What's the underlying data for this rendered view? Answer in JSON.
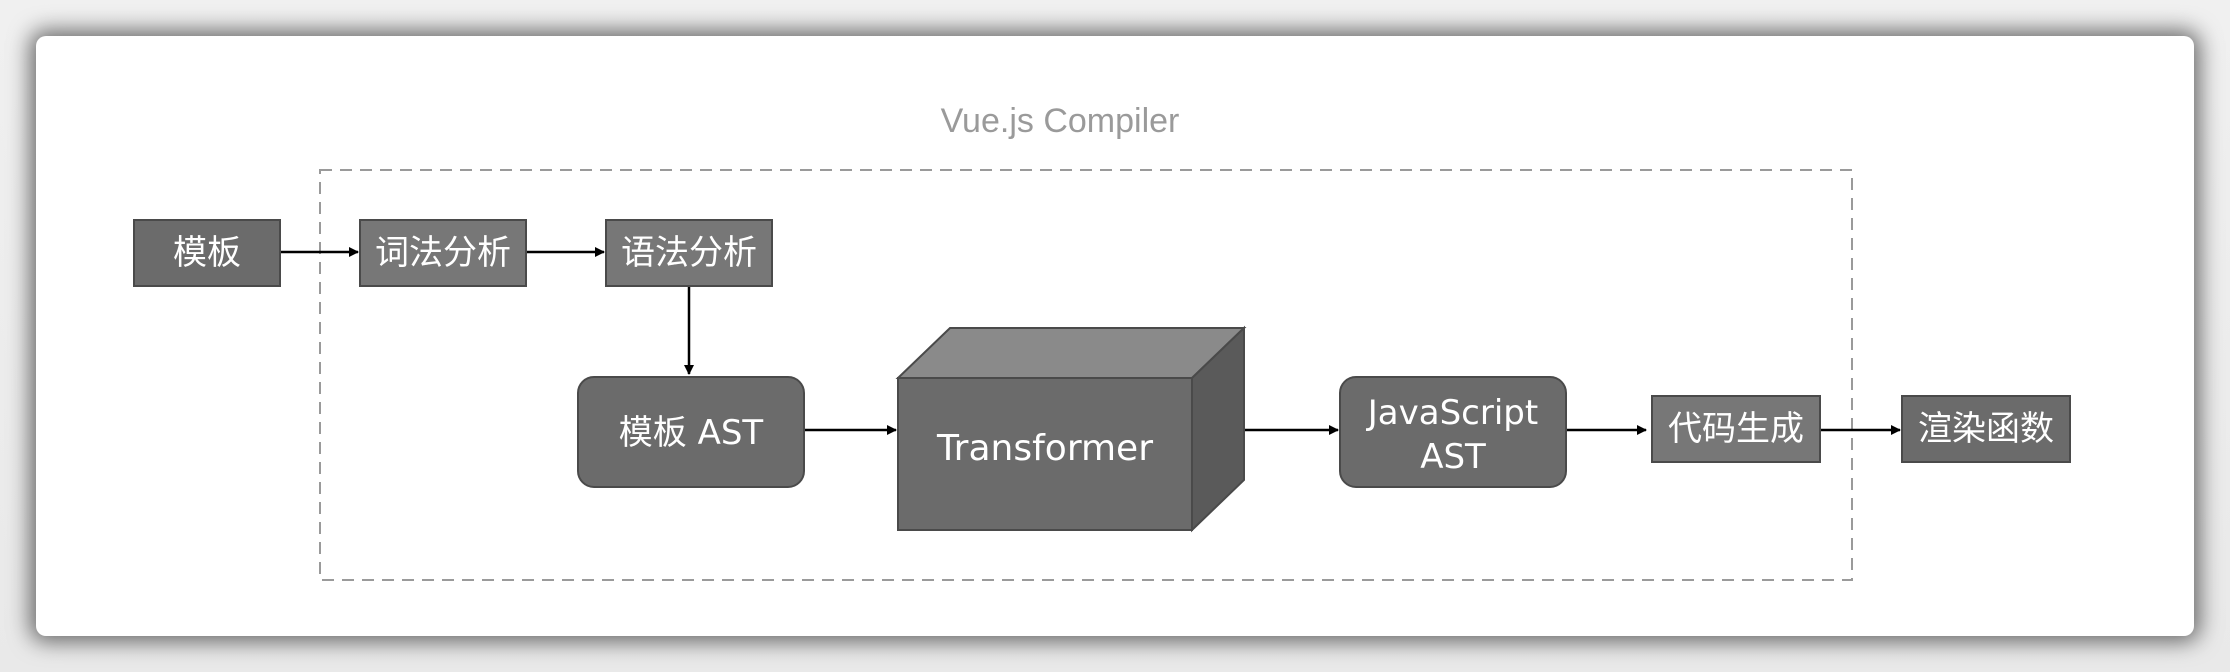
{
  "diagram": {
    "compiler_label": "Vue.js Compiler",
    "nodes": {
      "template": "模板",
      "lexical_analysis": "词法分析",
      "syntax_analysis": "语法分析",
      "template_ast": "模板 AST",
      "transformer": "Transformer",
      "javascript_ast_line1": "JavaScript",
      "javascript_ast_line2": "AST",
      "code_generation": "代码生成",
      "render_function": "渲染函数"
    },
    "colors": {
      "node_dark": "#6b6b6b",
      "node_mid": "#777777",
      "cube_top": "#8a8a8a",
      "cube_side": "#5a5a5a",
      "edge": "#000000",
      "dashed_border": "#9a9a9a",
      "compiler_label": "#9a9a9a"
    }
  }
}
